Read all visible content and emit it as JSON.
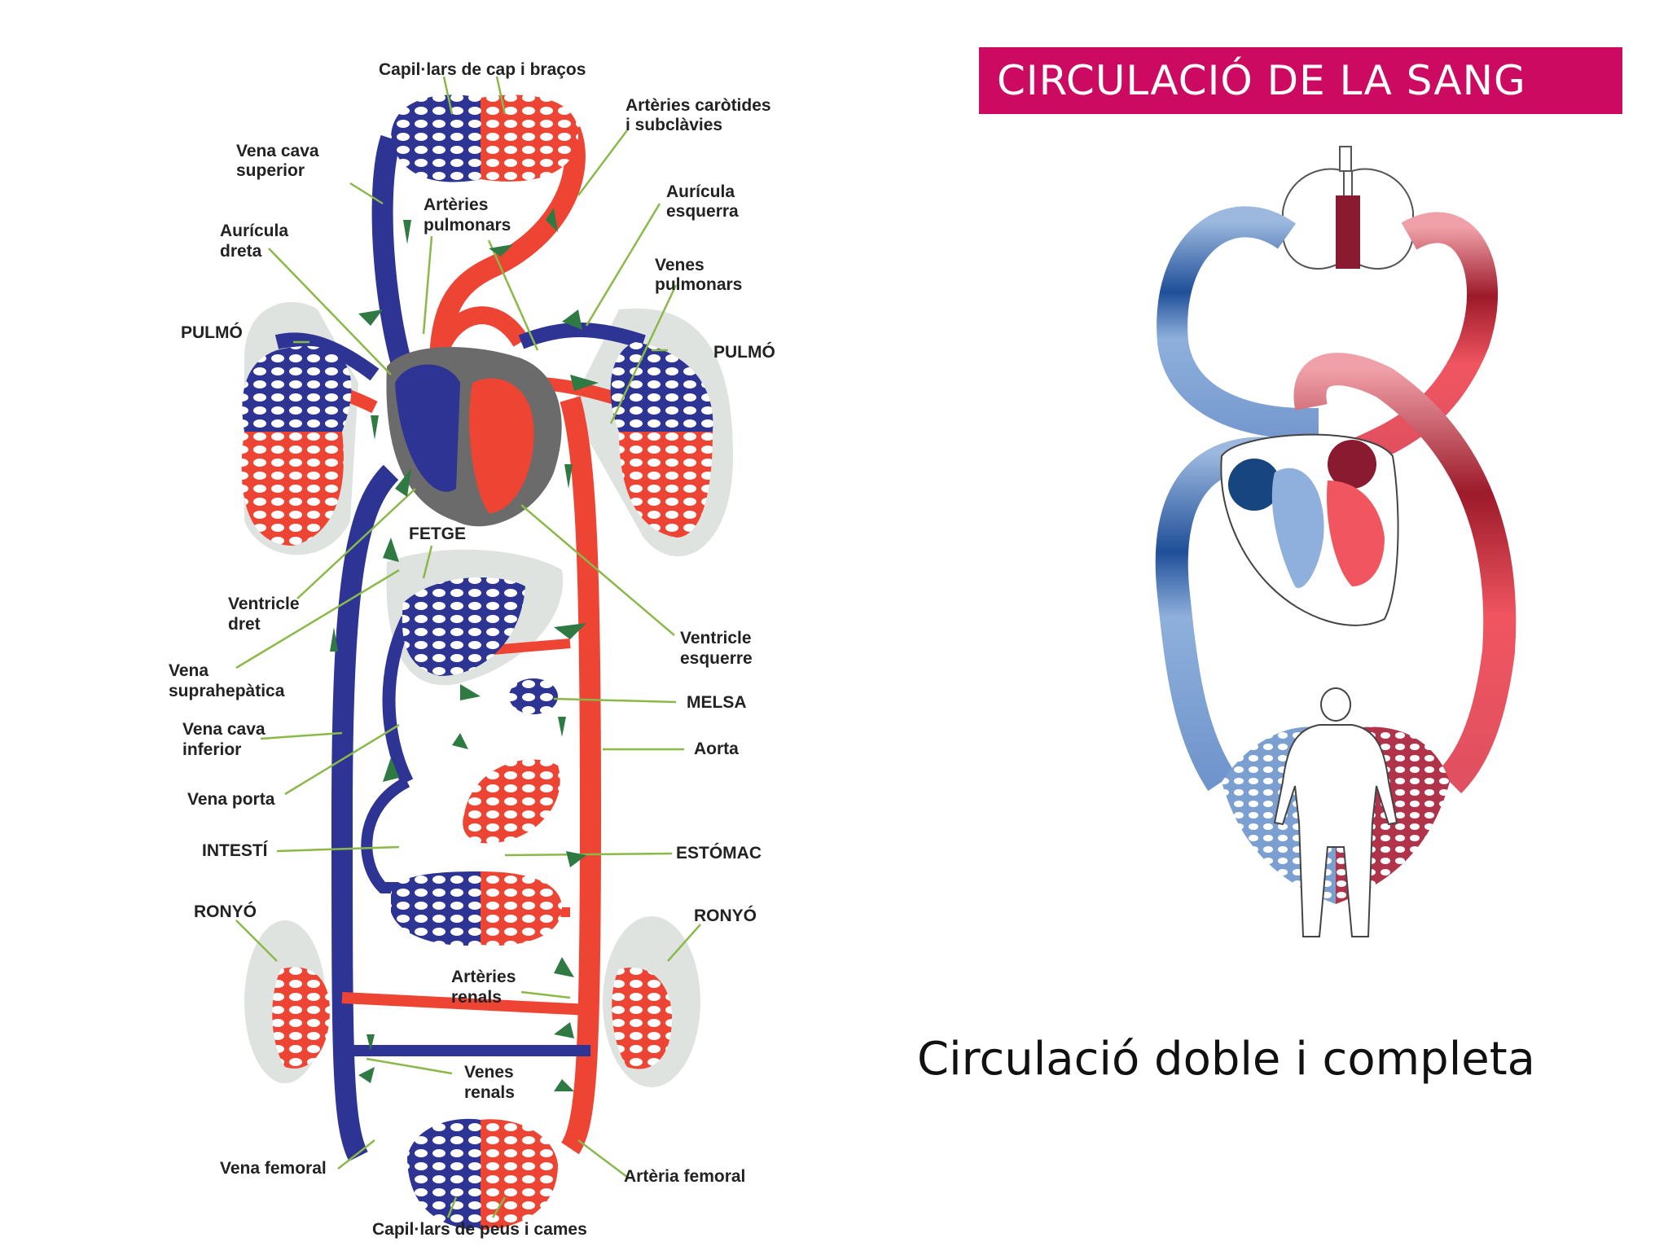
{
  "title": "CIRCULACIÓ DE LA SANG",
  "caption": "Circulació doble i completa",
  "colors": {
    "banner": "#cc0a62",
    "artery": "#ee4433",
    "vein": "#2d3493",
    "organ": "#dfe3df",
    "leader": "#8ab94a",
    "arrow": "#2f7a43"
  },
  "labels": {
    "capillars_cap": "Capil·lars de cap i braços",
    "arteries_carotides_1": "Artèries caròtides",
    "arteries_carotides_2": "i subclàvies",
    "vena_cava_sup_1": "Vena cava",
    "vena_cava_sup_2": "superior",
    "arteries_pulm_1": "Artèries",
    "arteries_pulm_2": "pulmonars",
    "auricula_esq_1": "Aurícula",
    "auricula_esq_2": "esquerra",
    "auricula_dreta_1": "Aurícula",
    "auricula_dreta_2": "dreta",
    "venes_pulm_1": "Venes",
    "venes_pulm_2": "pulmonars",
    "pulmo_left": "PULMÓ",
    "pulmo_right": "PULMÓ",
    "fetge": "FETGE",
    "ventricle_dret_1": "Ventricle",
    "ventricle_dret_2": "dret",
    "ventricle_esq_1": "Ventricle",
    "ventricle_esq_2": "esquerre",
    "vena_suprahep_1": "Vena",
    "vena_suprahep_2": "suprahepàtica",
    "melsa": "MELSA",
    "vena_cava_inf_1": "Vena cava",
    "vena_cava_inf_2": "inferior",
    "aorta": "Aorta",
    "vena_porta": "Vena porta",
    "intesti": "INTESTÍ",
    "estomac": "ESTÓMAC",
    "ronyo_left": "RONYÓ",
    "ronyo_right": "RONYÓ",
    "arteries_renals_1": "Artèries",
    "arteries_renals_2": "renals",
    "venes_renals_1": "Venes",
    "venes_renals_2": "renals",
    "vena_femoral": "Vena femoral",
    "arteria_femoral": "Artèria femoral",
    "capillars_peus": "Capil·lars de peus i cames"
  }
}
